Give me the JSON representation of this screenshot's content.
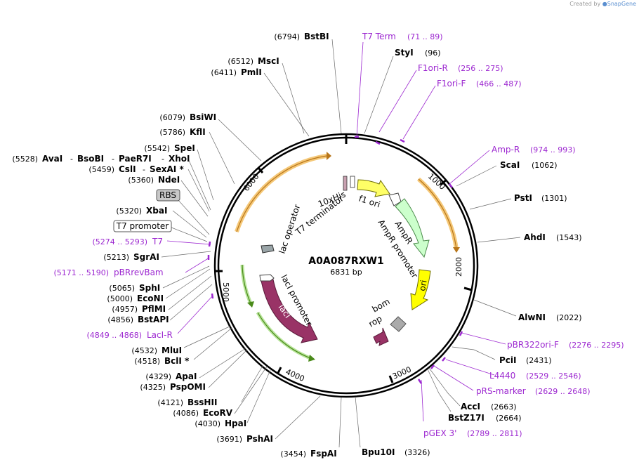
{
  "credit": {
    "prefix": "Created by",
    "brand": "SnapGene"
  },
  "map": {
    "name": "A0A087RXW1",
    "length_label": "6831 bp",
    "ticks": [
      "1000",
      "2000",
      "3000",
      "4000",
      "5000",
      "6000"
    ]
  },
  "sites": [
    {
      "name": "BstBI",
      "pos": "(6794)"
    },
    {
      "name": "StyI",
      "pos": "(96)"
    },
    {
      "name": "MscI",
      "pos": "(6512)"
    },
    {
      "name": "PmlI",
      "pos": "(6411)"
    },
    {
      "name": "BsiWI",
      "pos": "(6079)"
    },
    {
      "name": "KflI",
      "pos": "(5786)"
    },
    {
      "name": "SpeI",
      "pos": "(5542)"
    },
    {
      "name": "AvaI",
      "pos": "(5528)"
    },
    {
      "name": "BsoBI",
      "pos": ""
    },
    {
      "name": "PaeR7I",
      "pos": ""
    },
    {
      "name": "XhoI",
      "pos": ""
    },
    {
      "name": "CslI",
      "pos": "(5459)"
    },
    {
      "name": "SexAI *",
      "pos": ""
    },
    {
      "name": "NdeI",
      "pos": "(5360)"
    },
    {
      "name": "XbaI",
      "pos": "(5320)"
    },
    {
      "name": "SgrAI",
      "pos": "(5213)"
    },
    {
      "name": "SphI",
      "pos": "(5065)"
    },
    {
      "name": "EcoNI",
      "pos": "(5000)"
    },
    {
      "name": "PflMI",
      "pos": "(4957)"
    },
    {
      "name": "BstAPI",
      "pos": "(4856)"
    },
    {
      "name": "MluI",
      "pos": "(4532)"
    },
    {
      "name": "BclI *",
      "pos": "(4518)"
    },
    {
      "name": "ApaI",
      "pos": "(4329)"
    },
    {
      "name": "PspOMI",
      "pos": "(4325)"
    },
    {
      "name": "BssHII",
      "pos": "(4121)"
    },
    {
      "name": "EcoRV",
      "pos": "(4086)"
    },
    {
      "name": "HpaI",
      "pos": "(4030)"
    },
    {
      "name": "PshAI",
      "pos": "(3691)"
    },
    {
      "name": "FspAI",
      "pos": "(3454)"
    },
    {
      "name": "Bpu10I",
      "pos": "(3326)"
    },
    {
      "name": "ScaI",
      "pos": "(1062)"
    },
    {
      "name": "PstI",
      "pos": "(1301)"
    },
    {
      "name": "AhdI",
      "pos": "(1543)"
    },
    {
      "name": "AlwNI",
      "pos": "(2022)"
    },
    {
      "name": "PciI",
      "pos": "(2431)"
    },
    {
      "name": "AccI",
      "pos": "(2663)"
    },
    {
      "name": "BstZ17I",
      "pos": "(2664)"
    }
  ],
  "primers": [
    {
      "name": "T7 Term",
      "pos": "(71 .. 89)"
    },
    {
      "name": "F1ori-R",
      "pos": "(256 .. 275)"
    },
    {
      "name": "F1ori-F",
      "pos": "(466 .. 487)"
    },
    {
      "name": "Amp-R",
      "pos": "(974 .. 993)"
    },
    {
      "name": "T7",
      "pos": "(5274 .. 5293)"
    },
    {
      "name": "pBRrevBam",
      "pos": "(5171 .. 5190)"
    },
    {
      "name": "LacI-R",
      "pos": "(4849 .. 4868)"
    },
    {
      "name": "pBR322ori-F",
      "pos": "(2276 .. 2295)"
    },
    {
      "name": "L4440",
      "pos": "(2529 .. 2546)"
    },
    {
      "name": "pRS-marker",
      "pos": "(2629 .. 2648)"
    },
    {
      "name": "pGEX 3'",
      "pos": "(2789 .. 2811)"
    }
  ],
  "boxed_labels": [
    "RBS",
    "T7 promoter"
  ],
  "features": {
    "ten_x_his": "10xHis",
    "t7_terminator": "T7 terminator",
    "f1_ori": "f1 ori",
    "ampr": "AmpR",
    "ampr_promoter": "AmpR promoter",
    "ori": "ori",
    "bom": "bom",
    "rop": "rop",
    "laci": "lacI",
    "laci_promoter": "lacI promoter",
    "lac_operator": "lac operator"
  },
  "colors": {
    "primer": "#9c27d0",
    "ampr": "#ccffcc",
    "ori": "#ffff00",
    "laci": "#993366",
    "rop": "#993366",
    "bom": "#aaaaaa",
    "f1ori": "#ffff66",
    "orf_arc": "#f0a020",
    "promoter_arc": "#5ea82c"
  }
}
